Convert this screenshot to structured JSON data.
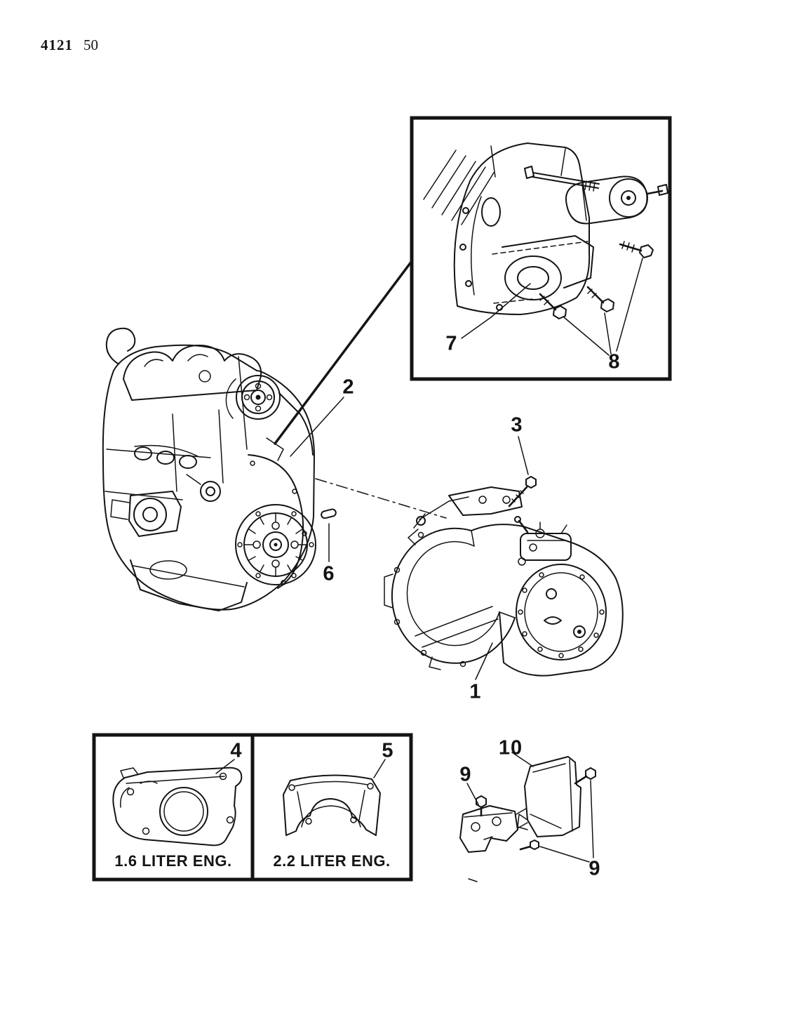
{
  "page": {
    "catalog_code": "4121",
    "sheet_number": "50"
  },
  "callouts": {
    "n1": "1",
    "n2": "2",
    "n3": "3",
    "n4": "4",
    "n5": "5",
    "n6": "6",
    "n7": "7",
    "n8": "8",
    "n9_left": "9",
    "n9_right": "9",
    "n10": "10"
  },
  "panels": {
    "label_1_6": "1.6 LITER ENG.",
    "label_2_2": "2.2 LITER ENG."
  },
  "colors": {
    "ink": "#141414",
    "paper": "#ffffff"
  }
}
